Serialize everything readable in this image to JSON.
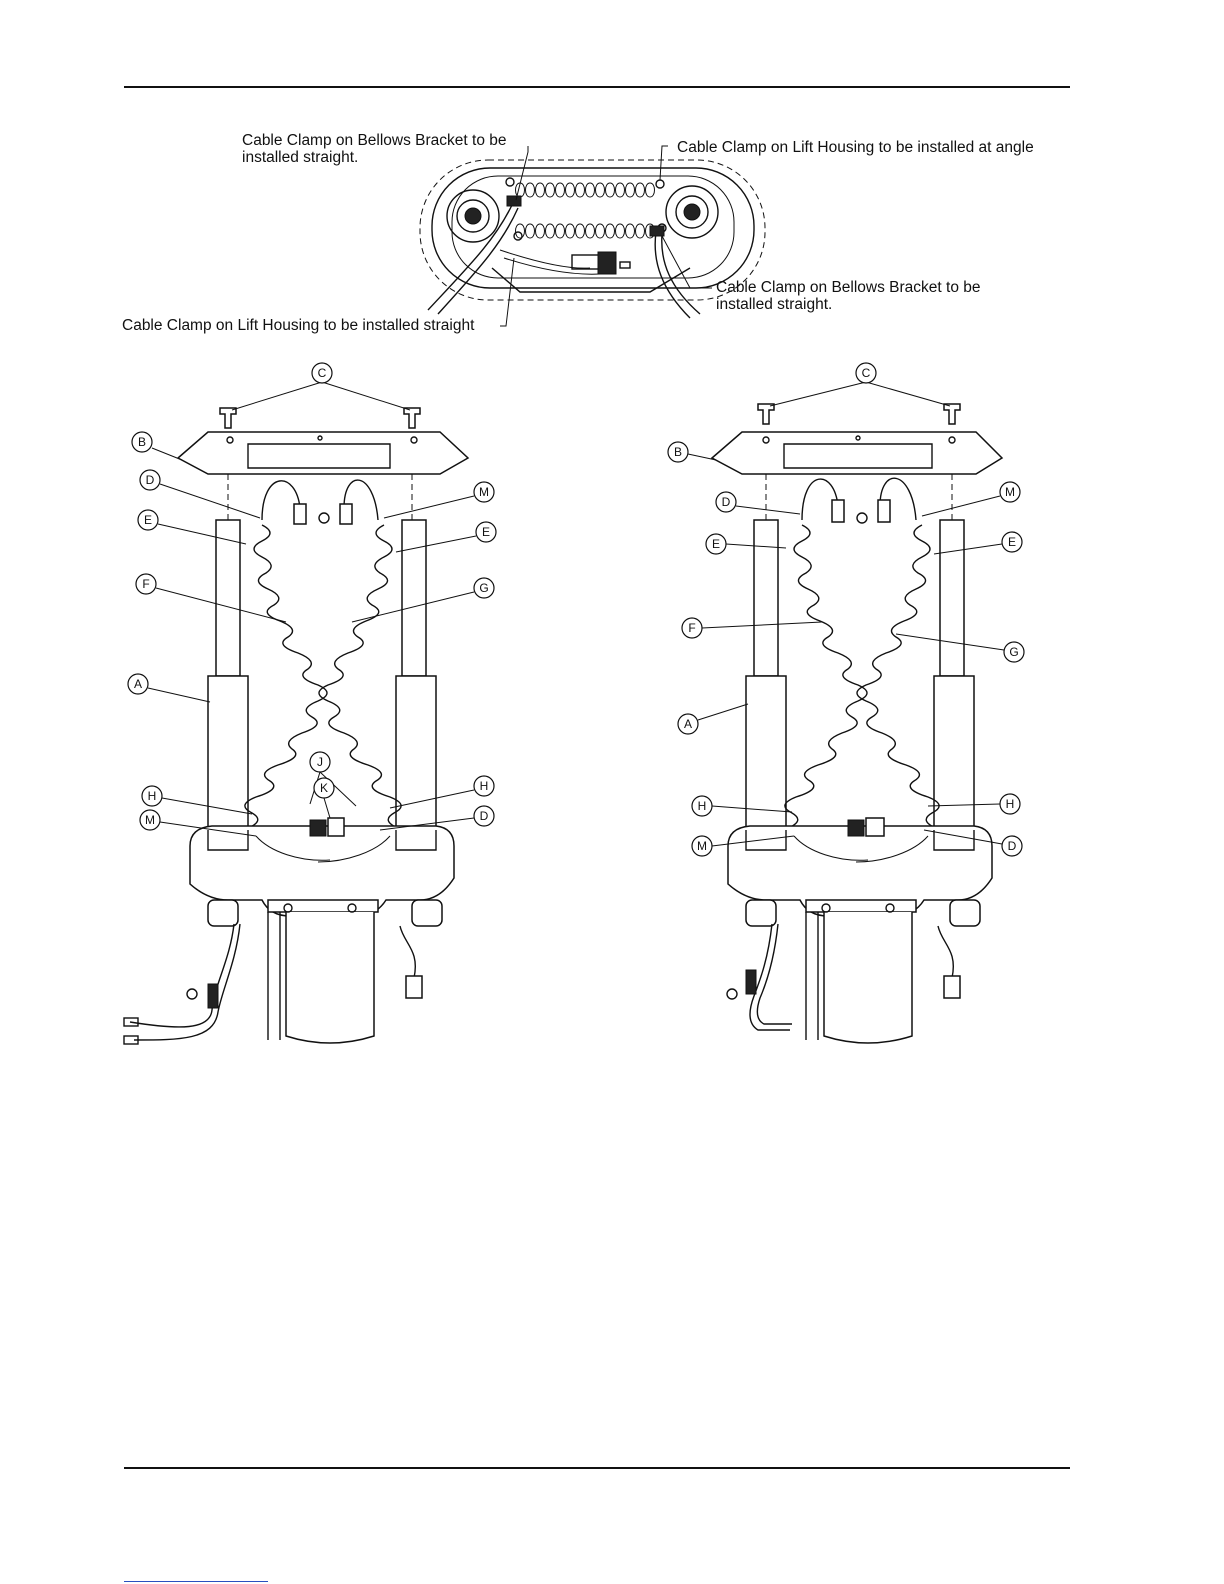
{
  "top_view": {
    "notes": {
      "bellows_bracket_left": "Cable Clamp on Bellows Bracket to be\ninstalled straight.",
      "lift_housing_angle": "Cable Clamp on Lift Housing to be installed at angle",
      "bellows_bracket_right": "Cable Clamp on Bellows Bracket to be\ninstalled straight.",
      "lift_housing_straight": "Cable Clamp on Lift Housing to be installed straight"
    }
  },
  "left_assembly": {
    "callouts": [
      "C",
      "B",
      "D",
      "M",
      "E",
      "E",
      "F",
      "G",
      "A",
      "J",
      "K",
      "H",
      "H",
      "M",
      "D"
    ]
  },
  "right_assembly": {
    "callouts": [
      "C",
      "B",
      "D",
      "M",
      "E",
      "E",
      "F",
      "G",
      "A",
      "H",
      "H",
      "M",
      "D"
    ]
  }
}
